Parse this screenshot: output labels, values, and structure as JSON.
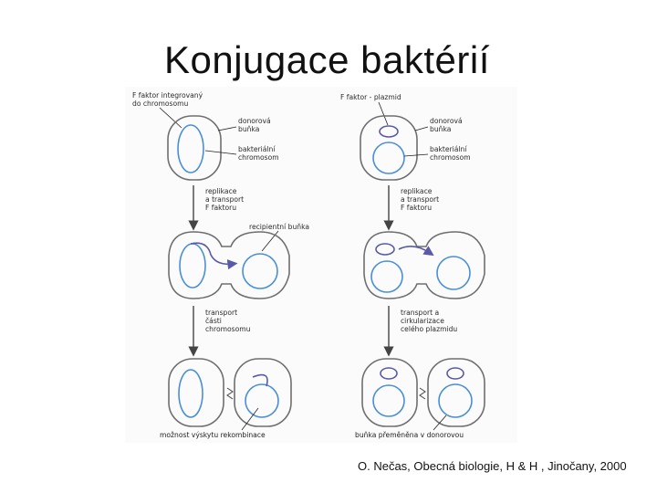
{
  "slide": {
    "title": "Konjugace baktérií",
    "caption": "O. Nečas, Obecná biologie,  H & H , Jinočany, 2000"
  },
  "figure": {
    "left": {
      "top_label_1": "F faktor integrovaný",
      "top_label_2": "do chromosomu",
      "donor_label_1": "donorová",
      "donor_label_2": "buňka",
      "chrom_label_1": "bakteriální",
      "chrom_label_2": "chromosom",
      "step1_1": "replikace",
      "step1_2": "a transport",
      "step1_3": "F faktoru",
      "recipient_1": "recipientní buňka",
      "step2_1": "transport",
      "step2_2": "části",
      "step2_3": "chromosomu",
      "bottom_label": "možnost výskytu rekombinace"
    },
    "right": {
      "top_label": "F faktor - plazmid",
      "donor_label_1": "donorová",
      "donor_label_2": "buňka",
      "chrom_label_1": "bakteriální",
      "chrom_label_2": "chromosom",
      "step1_1": "replikace",
      "step1_2": "a transport",
      "step1_3": "F faktoru",
      "step2_1": "transport a",
      "step2_2": "cirkularizace",
      "step2_3": "celého plazmidu",
      "bottom_label": "buňka přeměněna v donorovou"
    },
    "colors": {
      "chromosome": "#4a8fd6",
      "plasmid": "#5a5aa8",
      "cell_wall": "#6f6f6f"
    }
  }
}
